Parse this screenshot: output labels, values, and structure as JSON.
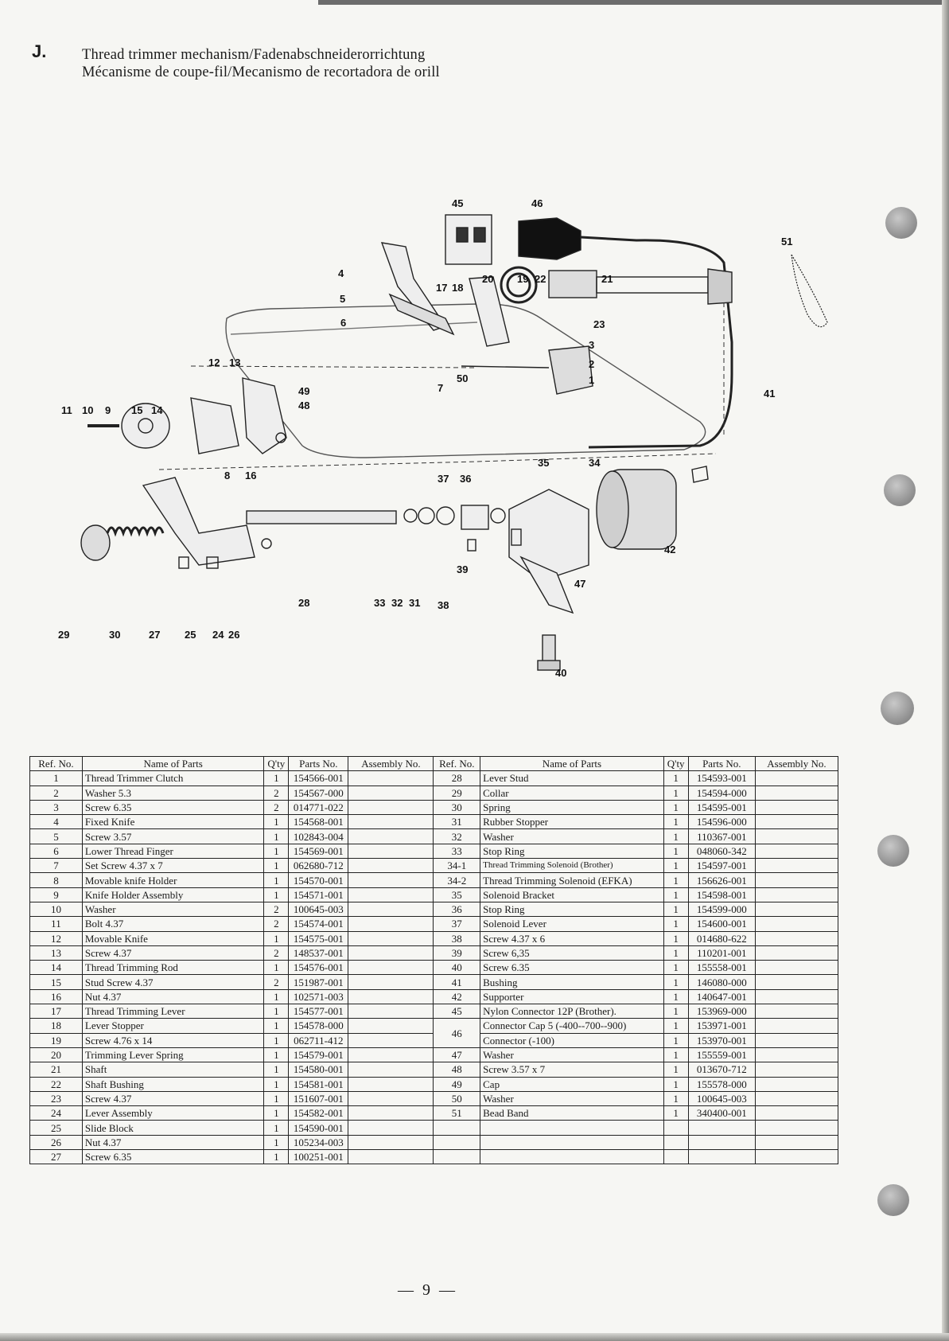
{
  "section": {
    "letter": "J.",
    "title_line1": "Thread trimmer mechanism/Fadenabschneiderorrichtung",
    "title_line2": "Mécanisme de coupe-fil/Mecanismo de recortadora de orill"
  },
  "diagram": {
    "callouts": [
      "45",
      "46",
      "51",
      "4",
      "5",
      "6",
      "17",
      "18",
      "20",
      "19",
      "22",
      "21",
      "23",
      "3",
      "2",
      "1",
      "12",
      "13",
      "49",
      "48",
      "7",
      "50",
      "41",
      "11",
      "10",
      "9",
      "15",
      "14",
      "8",
      "16",
      "35",
      "34",
      "37",
      "36",
      "42",
      "39",
      "47",
      "38",
      "29",
      "30",
      "27",
      "25",
      "24",
      "26",
      "28",
      "33",
      "32",
      "31",
      "40"
    ]
  },
  "table": {
    "headers": [
      "Ref. No.",
      "Name of Parts",
      "Q'ty",
      "Parts No.",
      "Assembly No.",
      "Ref. No.",
      "Name of Parts",
      "Q'ty",
      "Parts No.",
      "Assembly No."
    ],
    "rows": [
      {
        "l_ref": "1",
        "l_name": "Thread Trimmer Clutch",
        "l_qty": "1",
        "l_part": "154566-001",
        "r_ref": "28",
        "r_name": "Lever Stud",
        "r_qty": "1",
        "r_part": "154593-001"
      },
      {
        "l_ref": "2",
        "l_name": "Washer 5.3",
        "l_qty": "2",
        "l_part": "154567-000",
        "r_ref": "29",
        "r_name": "Collar",
        "r_qty": "1",
        "r_part": "154594-000"
      },
      {
        "l_ref": "3",
        "l_name": "Screw 6.35",
        "l_qty": "2",
        "l_part": "014771-022",
        "r_ref": "30",
        "r_name": "Spring",
        "r_qty": "1",
        "r_part": "154595-001"
      },
      {
        "l_ref": "4",
        "l_name": "Fixed Knife",
        "l_qty": "1",
        "l_part": "154568-001",
        "r_ref": "31",
        "r_name": "Rubber Stopper",
        "r_qty": "1",
        "r_part": "154596-000"
      },
      {
        "l_ref": "5",
        "l_name": "Screw 3.57",
        "l_qty": "1",
        "l_part": "102843-004",
        "r_ref": "32",
        "r_name": "Washer",
        "r_qty": "1",
        "r_part": "110367-001"
      },
      {
        "l_ref": "6",
        "l_name": "Lower Thread Finger",
        "l_qty": "1",
        "l_part": "154569-001",
        "r_ref": "33",
        "r_name": "Stop Ring",
        "r_qty": "1",
        "r_part": "048060-342"
      },
      {
        "l_ref": "7",
        "l_name": "Set Screw 4.37 x 7",
        "l_qty": "1",
        "l_part": "062680-712",
        "r_ref": "34-1",
        "r_name": "Thread Trimming Solenoid (Brother)",
        "r_qty": "1",
        "r_part": "154597-001"
      },
      {
        "l_ref": "8",
        "l_name": "Movable knife Holder",
        "l_qty": "1",
        "l_part": "154570-001",
        "r_ref": "34-2",
        "r_name": "Thread Trimming Solenoid (EFKA)",
        "r_qty": "1",
        "r_part": "156626-001"
      },
      {
        "l_ref": "9",
        "l_name": "Knife Holder Assembly",
        "l_qty": "1",
        "l_part": "154571-001",
        "r_ref": "35",
        "r_name": "Solenoid Bracket",
        "r_qty": "1",
        "r_part": "154598-001"
      },
      {
        "l_ref": "10",
        "l_name": "Washer",
        "l_qty": "2",
        "l_part": "100645-003",
        "r_ref": "36",
        "r_name": "Stop Ring",
        "r_qty": "1",
        "r_part": "154599-000"
      },
      {
        "l_ref": "11",
        "l_name": "Bolt 4.37",
        "l_qty": "2",
        "l_part": "154574-001",
        "r_ref": "37",
        "r_name": "Solenoid Lever",
        "r_qty": "1",
        "r_part": "154600-001"
      },
      {
        "l_ref": "12",
        "l_name": "Movable Knife",
        "l_qty": "1",
        "l_part": "154575-001",
        "r_ref": "38",
        "r_name": "Screw 4.37 x 6",
        "r_qty": "1",
        "r_part": "014680-622"
      },
      {
        "l_ref": "13",
        "l_name": "Screw 4.37",
        "l_qty": "2",
        "l_part": "148537-001",
        "r_ref": "39",
        "r_name": "Screw 6,35",
        "r_qty": "1",
        "r_part": "110201-001"
      },
      {
        "l_ref": "14",
        "l_name": "Thread Trimming Rod",
        "l_qty": "1",
        "l_part": "154576-001",
        "r_ref": "40",
        "r_name": "Screw 6.35",
        "r_qty": "1",
        "r_part": "155558-001"
      },
      {
        "l_ref": "15",
        "l_name": "Stud Screw 4.37",
        "l_qty": "2",
        "l_part": "151987-001",
        "r_ref": "41",
        "r_name": "Bushing",
        "r_qty": "1",
        "r_part": "146080-000"
      },
      {
        "l_ref": "16",
        "l_name": "Nut 4.37",
        "l_qty": "1",
        "l_part": "102571-003",
        "r_ref": "42",
        "r_name": "Supporter",
        "r_qty": "1",
        "r_part": "140647-001"
      },
      {
        "l_ref": "17",
        "l_name": "Thread Trimming Lever",
        "l_qty": "1",
        "l_part": "154577-001",
        "r_ref": "45",
        "r_name": "Nylon Connector 12P (Brother).",
        "r_qty": "1",
        "r_part": "153969-000"
      },
      {
        "l_ref": "18",
        "l_name": "Lever Stopper",
        "l_qty": "1",
        "l_part": "154578-000",
        "r_ref": "46",
        "r_name": "Connector Cap 5 (-400--700--900)",
        "r_qty": "1",
        "r_part": "153971-001"
      },
      {
        "l_ref": "19",
        "l_name": "Screw 4.76 x 14",
        "l_qty": "1",
        "l_part": "062711-412",
        "r_ref": "",
        "r_name": "Connector (-100)",
        "r_qty": "1",
        "r_part": "153970-001"
      },
      {
        "l_ref": "20",
        "l_name": "Trimming Lever Spring",
        "l_qty": "1",
        "l_part": "154579-001",
        "r_ref": "47",
        "r_name": "Washer",
        "r_qty": "1",
        "r_part": "155559-001"
      },
      {
        "l_ref": "21",
        "l_name": "Shaft",
        "l_qty": "1",
        "l_part": "154580-001",
        "r_ref": "48",
        "r_name": "Screw 3.57 x 7",
        "r_qty": "1",
        "r_part": "013670-712"
      },
      {
        "l_ref": "22",
        "l_name": "Shaft Bushing",
        "l_qty": "1",
        "l_part": "154581-001",
        "r_ref": "49",
        "r_name": "Cap",
        "r_qty": "1",
        "r_part": "155578-000"
      },
      {
        "l_ref": "23",
        "l_name": "Screw 4.37",
        "l_qty": "1",
        "l_part": "151607-001",
        "r_ref": "50",
        "r_name": "Washer",
        "r_qty": "1",
        "r_part": "100645-003"
      },
      {
        "l_ref": "24",
        "l_name": "Lever Assembly",
        "l_qty": "1",
        "l_part": "154582-001",
        "r_ref": "51",
        "r_name": "Bead Band",
        "r_qty": "1",
        "r_part": "340400-001"
      },
      {
        "l_ref": "25",
        "l_name": "Slide Block",
        "l_qty": "1",
        "l_part": "154590-001",
        "r_ref": "",
        "r_name": "",
        "r_qty": "",
        "r_part": ""
      },
      {
        "l_ref": "26",
        "l_name": "Nut 4.37",
        "l_qty": "1",
        "l_part": "105234-003",
        "r_ref": "",
        "r_name": "",
        "r_qty": "",
        "r_part": ""
      },
      {
        "l_ref": "27",
        "l_name": "Screw 6.35",
        "l_qty": "1",
        "l_part": "100251-001",
        "r_ref": "",
        "r_name": "",
        "r_qty": "",
        "r_part": ""
      }
    ]
  },
  "page_number": "— 9 —"
}
